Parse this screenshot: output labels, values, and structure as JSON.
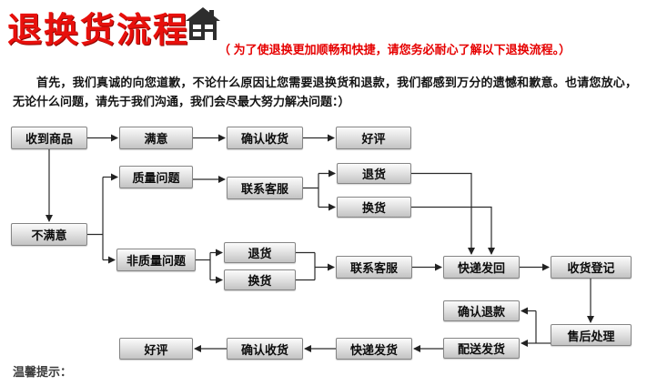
{
  "header": {
    "title": "退换货流程",
    "subtitle": "（ 为了使退换更加顺畅和快捷，请您务必耐心了解以下退换流程。）"
  },
  "intro": "首先，我们真诚的向您道歉，不论什么原因让您需要退换货和退款，我们都感到万分的遗憾和歉意。也请您放心，无论什么问题，请先于我们沟通，我们会尽最大努力解决问题：）",
  "flowchart": {
    "labels": {
      "received": "收到商品",
      "satisfied": "满意",
      "confirm_receipt": "确认收货",
      "good_review": "好评",
      "quality_issue": "质量问题",
      "contact_service": "联系客服",
      "return_goods": "退货",
      "exchange_goods": "换货",
      "unsatisfied": "不满意",
      "non_quality_issue": "非质量问题",
      "express_return": "快递发回",
      "receipt_register": "收货登记",
      "confirm_refund": "确认退款",
      "after_sales": "售后处理",
      "dispatch": "配送发货",
      "express_ship": "快递发货"
    },
    "edges": [
      {
        "from": "收到商品",
        "to": "满意"
      },
      {
        "from": "满意",
        "to": "确认收货"
      },
      {
        "from": "确认收货",
        "to": "好评"
      },
      {
        "from": "收到商品",
        "to": "不满意"
      },
      {
        "from": "不满意",
        "to": "质量问题"
      },
      {
        "from": "不满意",
        "to": "非质量问题"
      },
      {
        "from": "质量问题",
        "to": "联系客服"
      },
      {
        "from": "联系客服",
        "to": "退货"
      },
      {
        "from": "联系客服",
        "to": "换货"
      },
      {
        "from": "退货",
        "to": "快递发回"
      },
      {
        "from": "换货",
        "to": "快递发回"
      },
      {
        "from": "非质量问题",
        "to": "退货"
      },
      {
        "from": "非质量问题",
        "to": "换货"
      },
      {
        "from": "退货",
        "to": "联系客服"
      },
      {
        "from": "换货",
        "to": "联系客服"
      },
      {
        "from": "联系客服",
        "to": "快递发回"
      },
      {
        "from": "快递发回",
        "to": "收货登记"
      },
      {
        "from": "收货登记",
        "to": "售后处理"
      },
      {
        "from": "售后处理",
        "to": "确认退款"
      },
      {
        "from": "售后处理",
        "to": "配送发货"
      },
      {
        "from": "配送发货",
        "to": "快递发货"
      },
      {
        "from": "快递发货",
        "to": "确认收货"
      },
      {
        "from": "确认收货",
        "to": "好评"
      }
    ]
  },
  "footer": {
    "tips": "温馨提示："
  },
  "colors": {
    "title_red": "#e8100c",
    "subtitle_red": "#e60000",
    "box_border": "#858585",
    "box_fill_top": "#fbfbfb",
    "box_fill_bottom": "#c3c3c3",
    "arrow": "#222222"
  }
}
